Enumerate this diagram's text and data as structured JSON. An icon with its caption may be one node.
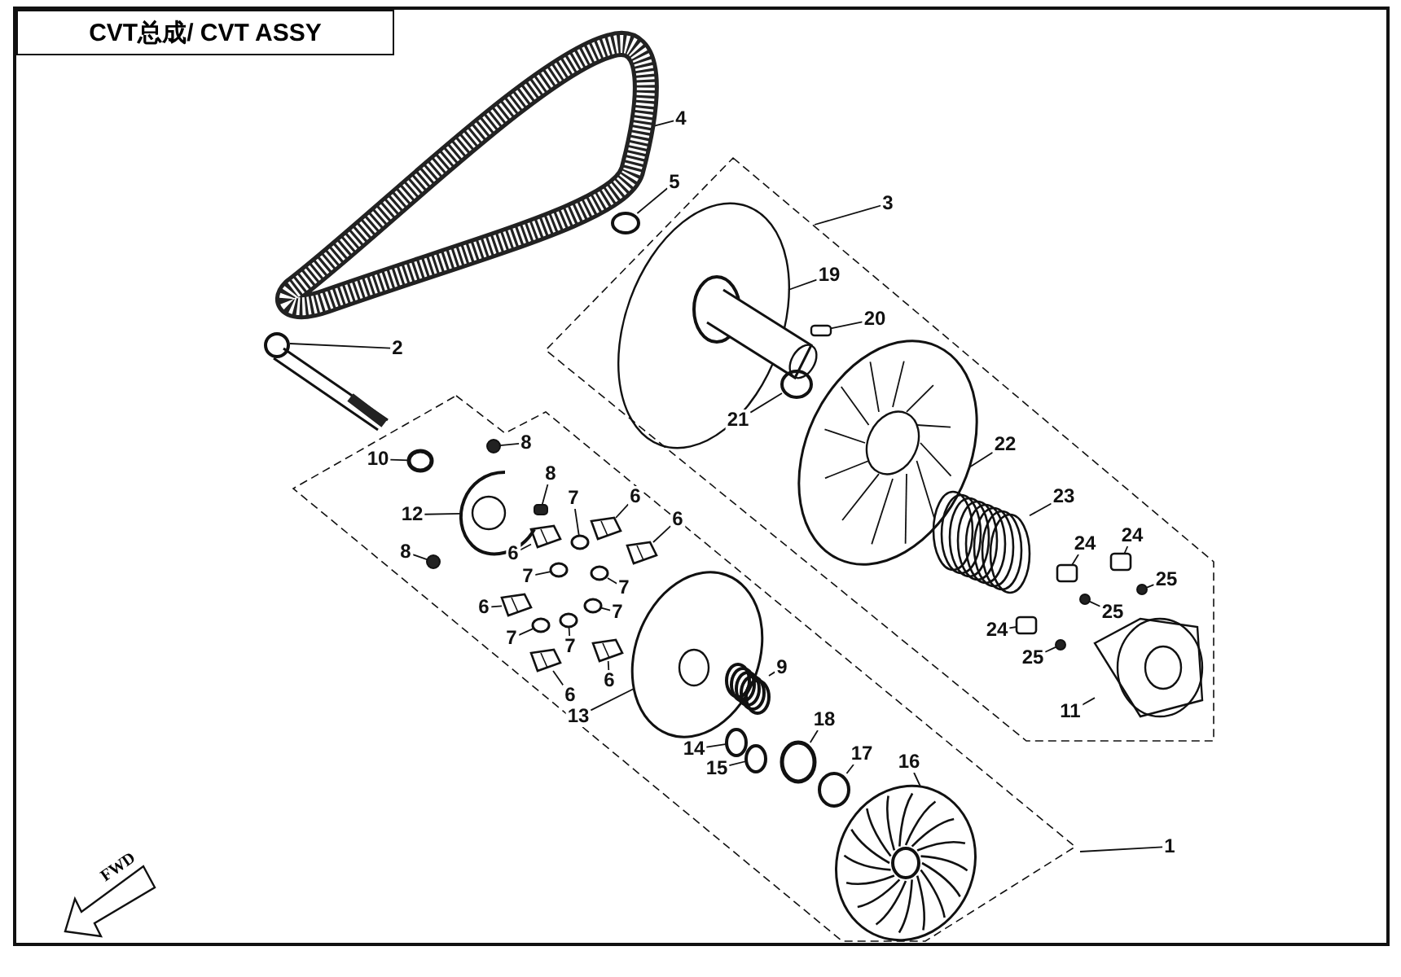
{
  "diagram": {
    "title": "CVT总成/ CVT ASSY",
    "nodes": [
      {
        "text": [
          "4"
        ]
      },
      {
        "text": [
          "5"
        ]
      },
      {
        "text": [
          "3"
        ]
      },
      {
        "text": [
          "19"
        ]
      },
      {
        "text": [
          "20"
        ]
      },
      {
        "text": [
          "2"
        ]
      },
      {
        "text": [
          "21"
        ]
      },
      {
        "text": [
          "8"
        ]
      },
      {
        "text": [
          "10"
        ]
      },
      {
        "text": [
          "22"
        ]
      },
      {
        "text": [
          "8"
        ]
      },
      {
        "text": [
          "12"
        ]
      },
      {
        "text": [
          "7"
        ]
      },
      {
        "text": [
          "6"
        ]
      },
      {
        "text": [
          "23"
        ]
      },
      {
        "text": [
          "6"
        ]
      },
      {
        "text": [
          "8"
        ]
      },
      {
        "text": [
          "6"
        ]
      },
      {
        "text": [
          "7"
        ]
      },
      {
        "text": [
          "24"
        ]
      },
      {
        "text": [
          "24"
        ]
      },
      {
        "text": [
          "7"
        ]
      },
      {
        "text": [
          "25"
        ]
      },
      {
        "text": [
          "6"
        ]
      },
      {
        "text": [
          "7"
        ]
      },
      {
        "text": [
          "25"
        ]
      },
      {
        "text": [
          "7"
        ]
      },
      {
        "text": [
          "7"
        ]
      },
      {
        "text": [
          "24"
        ]
      },
      {
        "text": [
          "6"
        ]
      },
      {
        "text": [
          "6"
        ]
      },
      {
        "text": [
          "25"
        ]
      },
      {
        "text": [
          "9"
        ]
      },
      {
        "text": [
          "11"
        ]
      },
      {
        "text": [
          "13"
        ]
      },
      {
        "text": [
          "18"
        ]
      },
      {
        "text": [
          "14"
        ]
      },
      {
        "text": [
          "15"
        ]
      },
      {
        "text": [
          "17"
        ]
      },
      {
        "text": [
          "16"
        ]
      },
      {
        "text": [
          "1"
        ]
      },
      {
        "text": [],
        "shape": "picture"
      },
      {
        "text": [],
        "shape": "circle"
      },
      {
        "text": [],
        "shape": "picture"
      },
      {
        "text": [],
        "shape": "box"
      },
      {
        "text": [],
        "shape": "picture"
      },
      {
        "text": [],
        "shape": "circle"
      },
      {
        "text": [],
        "shape": "circle"
      },
      {
        "text": [],
        "shape": "circle"
      },
      {
        "text": [],
        "shape": "picture"
      },
      {
        "text": [],
        "shape": "box"
      },
      {
        "text": [],
        "shape": "picture"
      },
      {
        "text": [],
        "shape": "circle"
      },
      {
        "text": [],
        "shape": "picture"
      },
      {
        "text": [],
        "shape": "picture"
      },
      {
        "text": [],
        "shape": "picture"
      },
      {
        "text": [],
        "shape": "circle"
      },
      {
        "text": [],
        "shape": "picture"
      },
      {
        "text": [],
        "shape": "circle"
      },
      {
        "text": [],
        "shape": "box"
      },
      {
        "text": [],
        "shape": "box"
      },
      {
        "text": [],
        "shape": "circle"
      },
      {
        "text": [],
        "shape": "circle"
      },
      {
        "text": [],
        "shape": "picture"
      },
      {
        "text": [],
        "shape": "circle"
      },
      {
        "text": [],
        "shape": "circle"
      },
      {
        "text": [],
        "shape": "circle"
      },
      {
        "text": [],
        "shape": "circle"
      },
      {
        "text": [],
        "shape": "box"
      },
      {
        "text": [],
        "shape": "picture"
      },
      {
        "text": [],
        "shape": "picture"
      },
      {
        "text": [],
        "shape": "circle"
      },
      {
        "text": [],
        "shape": "picture"
      },
      {
        "text": [],
        "shape": "picture"
      },
      {
        "text": [],
        "shape": "picture"
      },
      {
        "text": [],
        "shape": "circle"
      },
      {
        "text": [],
        "shape": "circle"
      },
      {
        "text": [],
        "shape": "circle"
      },
      {
        "text": [],
        "shape": "circle"
      },
      {
        "text": [],
        "shape": "picture"
      }
    ],
    "edges": [
      {
        "from": 0,
        "to": 41,
        "arrow": "none"
      },
      {
        "from": 1,
        "to": 42,
        "arrow": "none"
      },
      {
        "from": 2,
        "to": null,
        "arrow": "none"
      },
      {
        "from": 3,
        "to": 43,
        "arrow": "none"
      },
      {
        "from": 4,
        "to": 44,
        "arrow": "none"
      },
      {
        "from": 5,
        "to": 45,
        "arrow": "none"
      },
      {
        "from": 6,
        "to": 46,
        "arrow": "none"
      },
      {
        "from": 7,
        "to": 47,
        "arrow": "none"
      },
      {
        "from": 8,
        "to": 48,
        "arrow": "none"
      },
      {
        "from": 9,
        "to": 49,
        "arrow": "none"
      },
      {
        "from": 10,
        "to": 50,
        "arrow": "none"
      },
      {
        "from": 11,
        "to": 51,
        "arrow": "none"
      },
      {
        "from": 12,
        "to": 52,
        "arrow": "none"
      },
      {
        "from": 13,
        "to": 53,
        "arrow": "none"
      },
      {
        "from": 14,
        "to": 54,
        "arrow": "none"
      },
      {
        "from": 15,
        "to": 55,
        "arrow": "none"
      },
      {
        "from": 16,
        "to": 56,
        "arrow": "none"
      },
      {
        "from": 17,
        "to": 57,
        "arrow": "none"
      },
      {
        "from": 18,
        "to": 58,
        "arrow": "none"
      },
      {
        "from": 19,
        "to": 59,
        "arrow": "none"
      },
      {
        "from": 20,
        "to": 60,
        "arrow": "none"
      },
      {
        "from": 21,
        "to": 61,
        "arrow": "none"
      },
      {
        "from": 22,
        "to": 62,
        "arrow": "none"
      },
      {
        "from": 23,
        "to": 63,
        "arrow": "none"
      },
      {
        "from": 24,
        "to": 64,
        "arrow": "none"
      },
      {
        "from": 25,
        "to": 65,
        "arrow": "none"
      },
      {
        "from": 26,
        "to": 66,
        "arrow": "none"
      },
      {
        "from": 27,
        "to": 67,
        "arrow": "none"
      },
      {
        "from": 28,
        "to": 68,
        "arrow": "none"
      },
      {
        "from": 29,
        "to": 69,
        "arrow": "none"
      },
      {
        "from": 30,
        "to": 70,
        "arrow": "none"
      },
      {
        "from": 31,
        "to": 71,
        "arrow": "none"
      },
      {
        "from": 32,
        "to": 72,
        "arrow": "none"
      },
      {
        "from": 33,
        "to": 73,
        "arrow": "none"
      },
      {
        "from": 34,
        "to": 74,
        "arrow": "none"
      },
      {
        "from": 35,
        "to": 75,
        "arrow": "none"
      },
      {
        "from": 36,
        "to": 76,
        "arrow": "none"
      },
      {
        "from": 37,
        "to": 77,
        "arrow": "none"
      },
      {
        "from": 38,
        "to": 78,
        "arrow": "none"
      },
      {
        "from": 39,
        "to": 79,
        "arrow": "none"
      },
      {
        "from": 40,
        "to": null,
        "arrow": "none"
      }
    ],
    "labels": [
      "FWD"
    ]
  }
}
